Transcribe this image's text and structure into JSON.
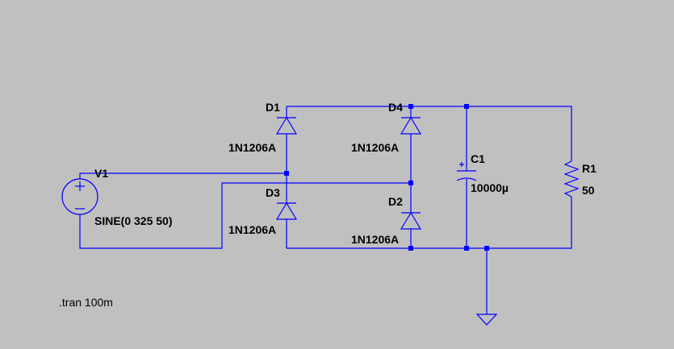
{
  "components": {
    "D1": {
      "ref": "D1",
      "model": "1N1206A"
    },
    "D2": {
      "ref": "D2",
      "model": "1N1206A"
    },
    "D3": {
      "ref": "D3",
      "model": "1N1206A"
    },
    "D4": {
      "ref": "D4",
      "model": "1N1206A"
    },
    "V1": {
      "ref": "V1",
      "value": "SINE(0 325 50)"
    },
    "C1": {
      "ref": "C1",
      "value": "10000µ"
    },
    "R1": {
      "ref": "R1",
      "value": "50"
    }
  },
  "directive": ".tran 100m",
  "colors": {
    "background": "#c0c0c0",
    "wire": "#0000ff",
    "text": "#000000"
  }
}
